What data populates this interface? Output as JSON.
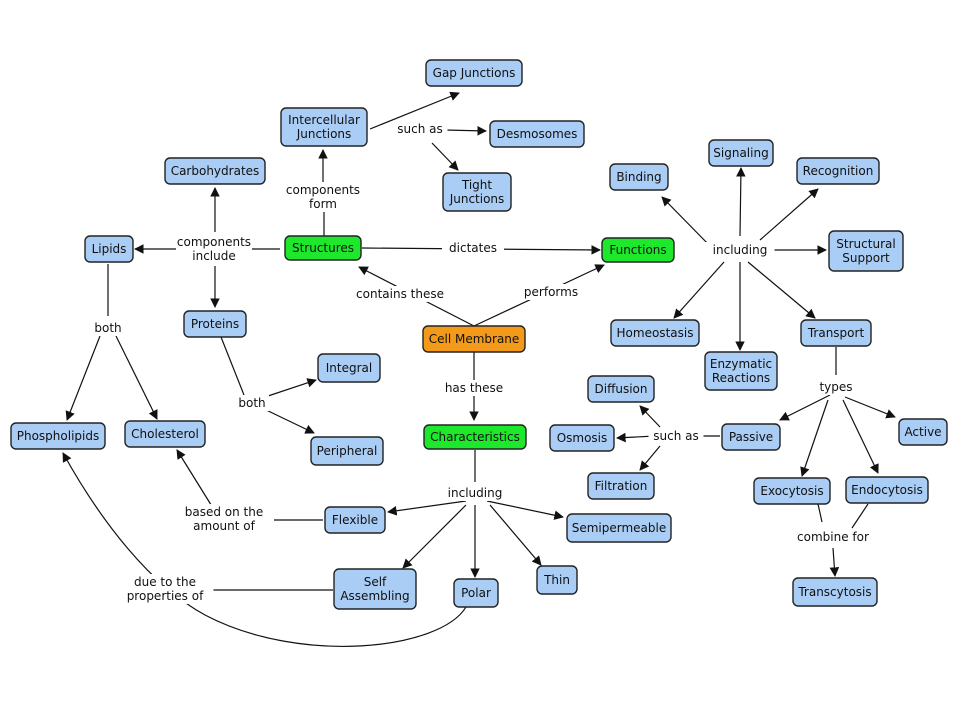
{
  "colors": {
    "concept": "#a9cdf5",
    "central": "#f39a1a",
    "hub": "#1ee82c",
    "line": "#111111"
  },
  "nodes": {
    "cell_membrane": {
      "text": "Cell Membrane",
      "kind": "central"
    },
    "structures": {
      "text": "Structures",
      "kind": "hub"
    },
    "functions": {
      "text": "Functions",
      "kind": "hub"
    },
    "characteristics": {
      "text": "Characteristics",
      "kind": "hub"
    },
    "carbohydrates": {
      "text": "Carbohydrates",
      "kind": "concept"
    },
    "lipids": {
      "text": "Lipids",
      "kind": "concept"
    },
    "proteins": {
      "text": "Proteins",
      "kind": "concept"
    },
    "phospholipids": {
      "text": "Phospholipids",
      "kind": "concept"
    },
    "cholesterol": {
      "text": "Cholesterol",
      "kind": "concept"
    },
    "integral": {
      "text": "Integral",
      "kind": "concept"
    },
    "peripheral": {
      "text": "Peripheral",
      "kind": "concept"
    },
    "intercellular_junctions": {
      "text": "Intercellular\nJunctions",
      "kind": "concept"
    },
    "gap_junctions": {
      "text": "Gap Junctions",
      "kind": "concept"
    },
    "desmosomes": {
      "text": "Desmosomes",
      "kind": "concept"
    },
    "tight_junctions": {
      "text": "Tight\nJunctions",
      "kind": "concept"
    },
    "binding": {
      "text": "Binding",
      "kind": "concept"
    },
    "signaling": {
      "text": "Signaling",
      "kind": "concept"
    },
    "recognition": {
      "text": "Recognition",
      "kind": "concept"
    },
    "structural_support": {
      "text": "Structural\nSupport",
      "kind": "concept"
    },
    "homeostasis": {
      "text": "Homeostasis",
      "kind": "concept"
    },
    "enzymatic_reactions": {
      "text": "Enzymatic\nReactions",
      "kind": "concept"
    },
    "transport": {
      "text": "Transport",
      "kind": "concept"
    },
    "diffusion": {
      "text": "Diffusion",
      "kind": "concept"
    },
    "osmosis": {
      "text": "Osmosis",
      "kind": "concept"
    },
    "filtration": {
      "text": "Filtration",
      "kind": "concept"
    },
    "passive": {
      "text": "Passive",
      "kind": "concept"
    },
    "active": {
      "text": "Active",
      "kind": "concept"
    },
    "exocytosis": {
      "text": "Exocytosis",
      "kind": "concept"
    },
    "endocytosis": {
      "text": "Endocytosis",
      "kind": "concept"
    },
    "transcytosis": {
      "text": "Transcytosis",
      "kind": "concept"
    },
    "flexible": {
      "text": "Flexible",
      "kind": "concept"
    },
    "semipermeable": {
      "text": "Semipermeable",
      "kind": "concept"
    },
    "self_assembling": {
      "text": "Self\nAssembling",
      "kind": "concept"
    },
    "polar": {
      "text": "Polar",
      "kind": "concept"
    },
    "thin": {
      "text": "Thin",
      "kind": "concept"
    }
  },
  "links": {
    "components_include": "components\ninclude",
    "components_form": "components\nform",
    "such_as_junctions": "such as",
    "dictates": "dictates",
    "including_functions": "including",
    "contains_these": "contains these",
    "performs": "performs",
    "has_these": "has these",
    "both_lipids": "both",
    "both_proteins": "both",
    "types": "types",
    "such_as_passive": "such as",
    "combine_for": "combine for",
    "including_characteristics": "including",
    "based_on": "based on the\namount of",
    "due_to": "due to the\nproperties of"
  }
}
